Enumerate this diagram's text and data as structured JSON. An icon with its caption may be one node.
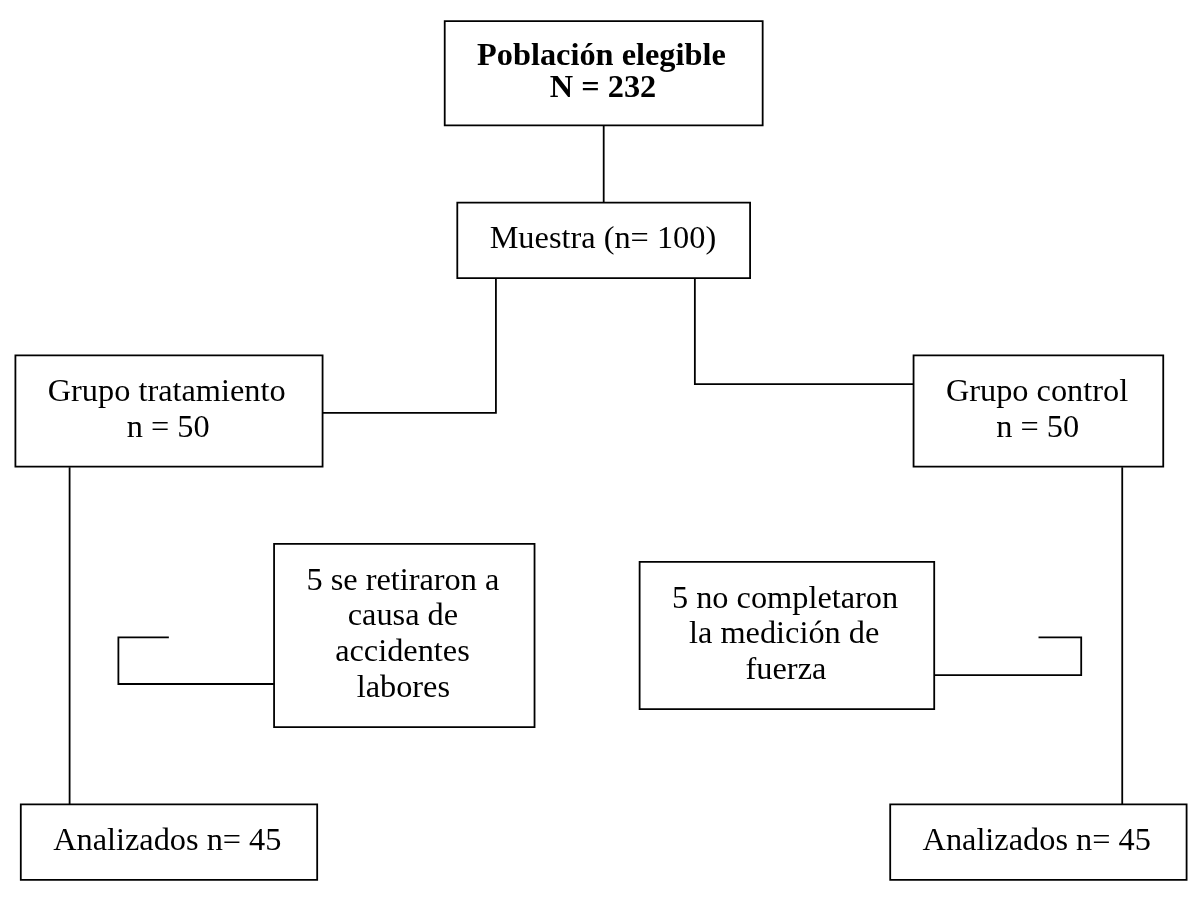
{
  "diagram": {
    "nodes": [
      {
        "text": [
          "Población elegible",
          "N = 232"
        ]
      },
      {
        "text": [
          "Muestra (n= 100)"
        ]
      },
      {
        "text": [
          "Grupo tratamiento n = 50"
        ]
      },
      {
        "text": [
          "Grupo control n = 50"
        ]
      },
      {
        "text": [
          "5 se retiraron a causa de accidentes labores"
        ]
      },
      {
        "text": [
          "5 no completaron la medición de fuerza"
        ]
      },
      {
        "text": [
          "Analizados n= 45"
        ]
      },
      {
        "text": [
          "Analizados n= 45"
        ]
      }
    ],
    "edges": [
      {
        "from": 0,
        "to": 1,
        "arrow": "none"
      },
      {
        "from": 1,
        "to": 2,
        "arrow": "none"
      },
      {
        "from": 1,
        "to": 3,
        "arrow": "none"
      },
      {
        "from": 2,
        "to": 6,
        "arrow": "none"
      },
      {
        "from": null,
        "to": 4,
        "arrow": "none"
      },
      {
        "from": null,
        "to": 5,
        "arrow": "none"
      },
      {
        "from": 3,
        "to": 7,
        "arrow": "none"
      }
    ]
  }
}
